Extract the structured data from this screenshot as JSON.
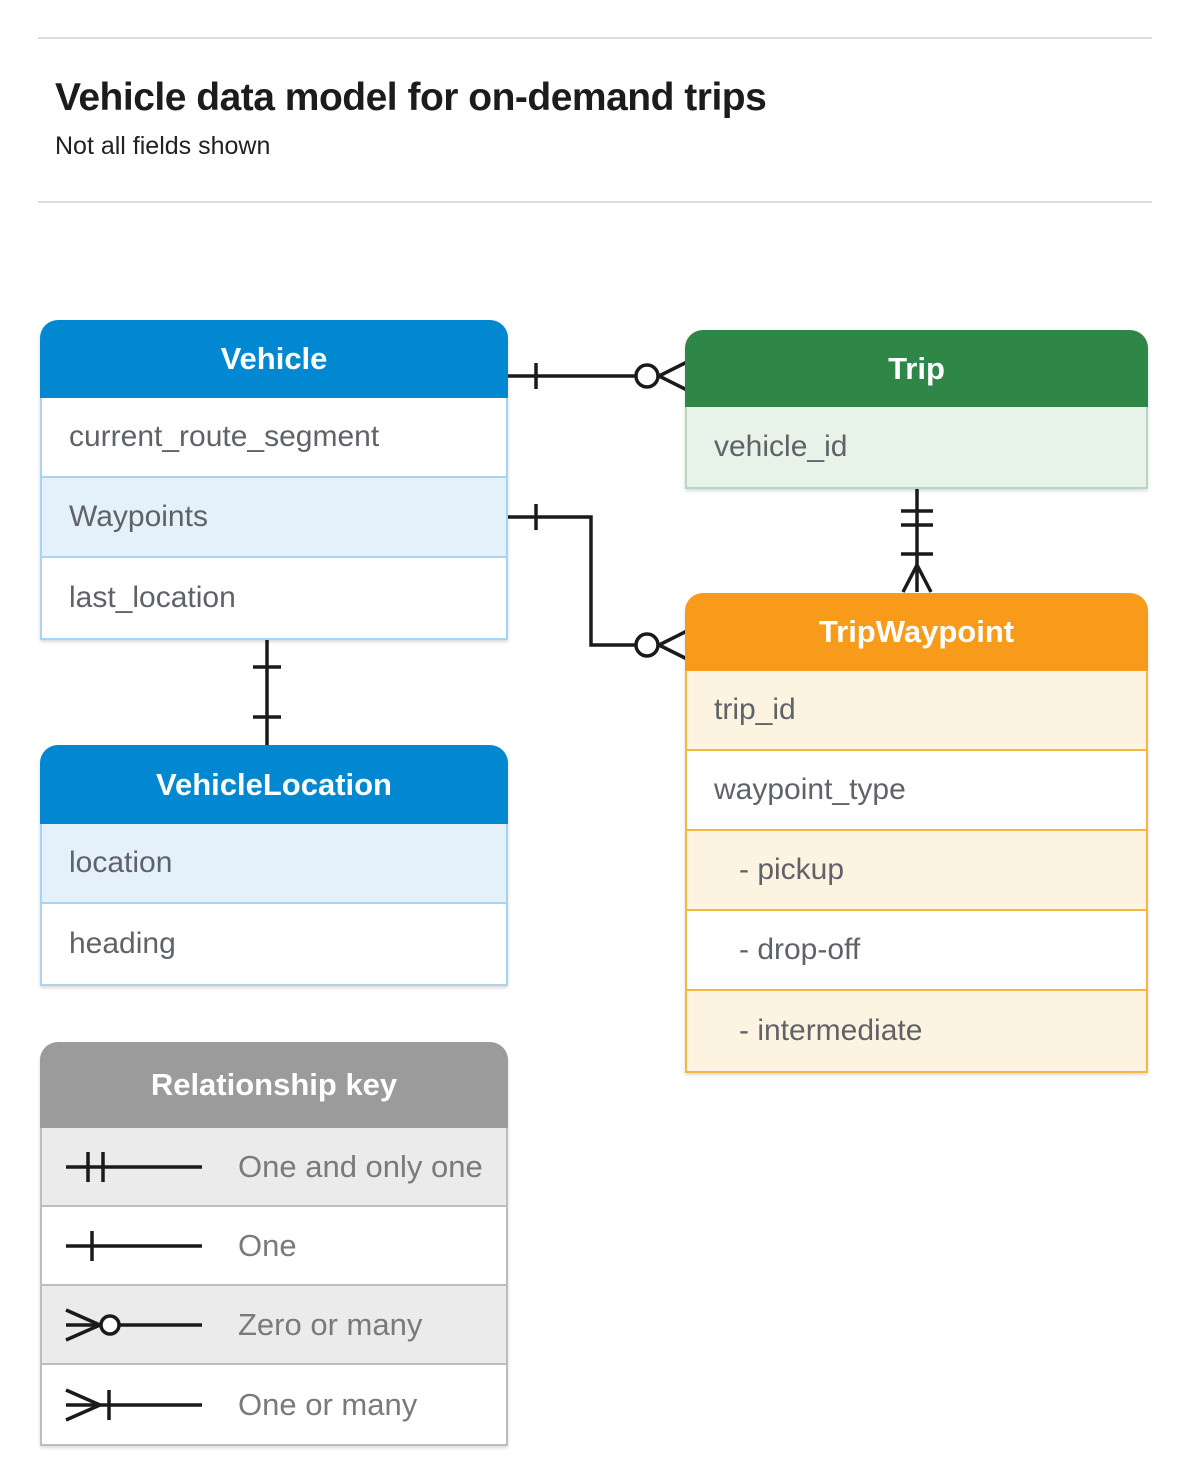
{
  "page": {
    "title": "Vehicle data model for on-demand trips",
    "subtitle": "Not all fields shown"
  },
  "entities": {
    "vehicle": {
      "title": "Vehicle",
      "fields": [
        "current_route_segment",
        "Waypoints",
        "last_location"
      ]
    },
    "trip": {
      "title": "Trip",
      "fields": [
        "vehicle_id"
      ]
    },
    "trip_waypoint": {
      "title": "TripWaypoint",
      "fields": [
        "trip_id",
        "waypoint_type",
        "- pickup",
        "- drop-off",
        "- intermediate"
      ]
    },
    "vehicle_location": {
      "title": "VehicleLocation",
      "fields": [
        "location",
        "heading"
      ]
    }
  },
  "relationships": [
    {
      "from": "Vehicle",
      "to": "Trip",
      "from_cardinality": "one",
      "to_cardinality": "zero-or-many"
    },
    {
      "from": "Vehicle.Waypoints",
      "to": "TripWaypoint",
      "from_cardinality": "one",
      "to_cardinality": "zero-or-many"
    },
    {
      "from": "Trip",
      "to": "TripWaypoint",
      "from_cardinality": "one-and-only-one",
      "to_cardinality": "one-or-many"
    },
    {
      "from": "Vehicle",
      "to": "VehicleLocation",
      "from_cardinality": "one",
      "to_cardinality": "one"
    }
  ],
  "relationship_key": {
    "title": "Relationship key",
    "items": [
      {
        "symbol": "one-and-only-one",
        "label": "One and only one"
      },
      {
        "symbol": "one",
        "label": "One"
      },
      {
        "symbol": "zero-or-many",
        "label": "Zero or many"
      },
      {
        "symbol": "one-or-many",
        "label": "One or many"
      }
    ]
  },
  "colors": {
    "blue_header": "#0288d1",
    "green_header": "#2f8747",
    "orange_header": "#f89b1b",
    "gray_header": "#9b9b9b",
    "blue_tint": "#e4f1fb",
    "green_tint": "#e7f2e9",
    "orange_tint": "#fdf3e1",
    "gray_tint": "#ebebeb",
    "field_text": "#5f6368",
    "connector": "#1a1a1a"
  }
}
